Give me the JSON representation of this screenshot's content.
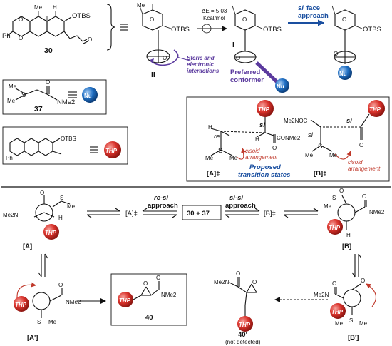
{
  "colors": {
    "thp_badge": "#d9322b",
    "nu_badge": "#1f6fc4",
    "purple": "#5b3a9e",
    "blue_text": "#1a4fa0",
    "red_text": "#c0392b",
    "black": "#111111"
  },
  "top": {
    "compound_30": "30",
    "otbs": "OTBS",
    "me": "Me",
    "h": "H",
    "ph": "Ph",
    "o": "O",
    "intermediate_ii": "II",
    "intermediate_i": "I",
    "delta_e": "ΔE = 5.03",
    "units": "Kcal/mol",
    "steric_line1": "Steric and",
    "steric_line2": "electronic",
    "steric_line3": "interactions",
    "preferred_line1": "Preferred",
    "preferred_line2": "conformer",
    "si_face": "si",
    "face_approach_1": "face",
    "face_approach_2": "approach",
    "nu": "Nu",
    "ylide_compound": "37",
    "ylide_nme2": "NMe2",
    "ylide_s": "S",
    "thp": "THP",
    "ts_a_label": "[A]‡",
    "ts_b_label": "[B]‡",
    "ts_re": "re",
    "ts_si": "si",
    "ts_conme2": "CONMe2",
    "ts_me2noc": "Me2NOC",
    "cisoid_1": "cisoid",
    "cisoid_2": "arrangement",
    "proposed_1": "Proposed",
    "proposed_2": "transition states"
  },
  "bottom": {
    "a": "[A]",
    "a_ts": "[A]‡",
    "b": "[B]",
    "b_ts": "[B]‡",
    "a_prime": "[A']",
    "b_prime": "[B']",
    "re_si": "re-si",
    "si_si": "si-si",
    "approach": "approach",
    "reactants": "30  +  37",
    "me2n": "Me2N",
    "nme2": "NMe2",
    "thp": "THP",
    "product_40": "40",
    "product_40p": "40'",
    "not_detected": "(not detected)"
  }
}
